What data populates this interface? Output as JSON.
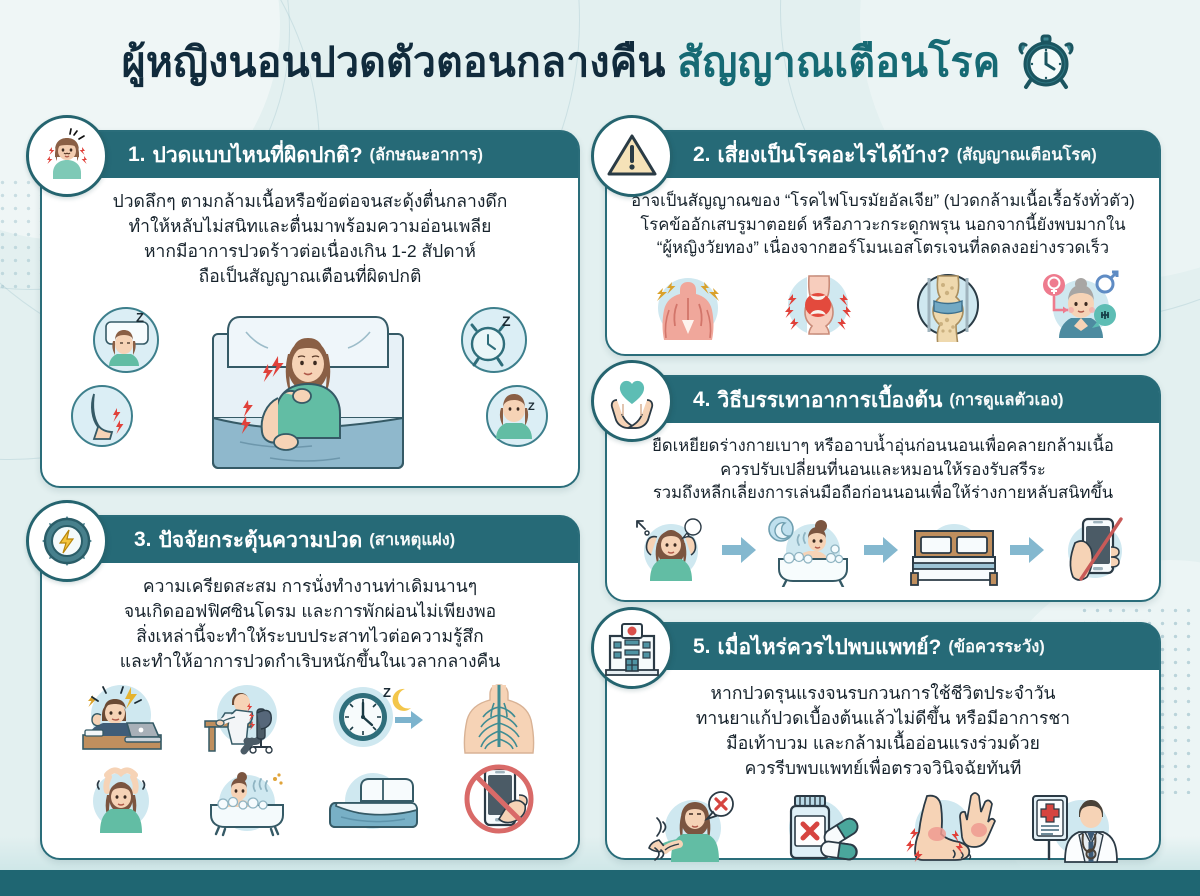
{
  "page": {
    "title_dark": "ผู้หญิงนอนปวดตัวตอนกลางคืน",
    "title_teal": "สัญญาณเตือนโรค",
    "title_icon": "alarm-clock-icon",
    "colors": {
      "background": "#e3f0f0",
      "header_teal": "#266a77",
      "border_teal": "#2a6d7a",
      "title_dark": "#112b3c",
      "title_teal": "#166a74",
      "accent_red": "#e0413a",
      "accent_mint": "#5bbdb4",
      "bottom_bar": "#1f6672"
    }
  },
  "cards": [
    {
      "id": "card1",
      "badge_icon": "woman-in-pain-icon",
      "number": "1.",
      "heading": "ปวดแบบไหนที่ผิดปกติ?",
      "subheading": "(ลักษณะอาการ)",
      "lines": [
        "ปวดลึกๆ ตามกล้ามเนื้อหรือข้อต่อจนสะดุ้งตื่นกลางดึก",
        "ทำให้หลับไม่สนิทและตื่นมาพร้อมความอ่อนเพลีย",
        "หากมีอาการปวดร้าวต่อเนื่องเกิน 1-2 สัปดาห์",
        "ถือเป็นสัญญาณเตือนที่ผิดปกติ"
      ],
      "illustration": "woman-lying-in-bed-with-pain-illustration",
      "satellites": [
        "sleeping-face-pillow-icon",
        "alarm-clock-zzz-icon",
        "leg-pain-icon",
        "tired-woman-zzz-icon"
      ]
    },
    {
      "id": "card2",
      "badge_icon": "warning-triangle-icon",
      "number": "2.",
      "heading": "เสี่ยงเป็นโรคอะไรได้บ้าง?",
      "subheading": "(สัญญาณเตือนโรค)",
      "lines": [
        "อาจเป็นสัญญาณของ “โรคไฟโบรมัยอัลเจีย” (ปวดกล้ามเนื้อเรื้อรังทั่วตัว)",
        "โรคข้ออักเสบรูมาตอยด์ หรือภาวะกระดูกพรุน นอกจากนี้ยังพบมากใน",
        "“ผู้หญิงวัยทอง” เนื่องจากฮอร์โมนเอสโตรเจนที่ลดลงอย่างรวดเร็ว"
      ],
      "icons": [
        "back-muscle-pain-icon",
        "inflamed-joint-icon",
        "osteoporosis-bone-icon",
        "menopausal-woman-hormone-icon"
      ]
    },
    {
      "id": "card3",
      "badge_icon": "gear-lightning-icon",
      "number": "3.",
      "heading": "ปัจจัยกระตุ้นความปวด",
      "subheading": "(สาเหตุแฝง)",
      "lines": [
        "ความเครียดสะสม การนั่งทำงานท่าเดิมนานๆ",
        "จนเกิดออฟฟิศซินโดรม และการพักผ่อนไม่เพียงพอ",
        "สิ่งเหล่านี้จะทำให้ระบบประสาทไวต่อความรู้สึก",
        "และทำให้อาการปวดกำเริบหนักขึ้นในเวลากลางคืน"
      ],
      "icons": [
        "stressed-worker-laptop-icon",
        "bad-posture-desk-icon",
        "clock-night-moon-icon",
        "nervous-system-spine-icon",
        "stretching-woman-icon",
        "warm-bath-icon",
        "bed-pillows-icon",
        "no-phone-icon"
      ]
    },
    {
      "id": "card4",
      "badge_icon": "hands-holding-heart-icon",
      "number": "4.",
      "heading": "วิธีบรรเทาอาการเบื้องต้น",
      "subheading": "(การดูแลตัวเอง)",
      "lines": [
        "ยืดเหยียดร่างกายเบาๆ หรืออาบน้ำอุ่นก่อนนอนเพื่อคลายกล้ามเนื้อ",
        "ควรปรับเปลี่ยนที่นอนและหมอนให้รองรับสรีระ",
        "รวมถึงหลีกเลี่ยงการเล่นมือถือก่อนนอนเพื่อให้ร่างกายหลับสนิทขึ้น"
      ],
      "icons": [
        "stretching-head-icon",
        "woman-in-bathtub-icon",
        "double-bed-icon",
        "hand-holding-phone-crossed-icon"
      ],
      "flow_arrow": "arrow-right-icon"
    },
    {
      "id": "card5",
      "badge_icon": "hospital-building-icon",
      "number": "5.",
      "heading": "เมื่อไหร่ควรไปพบแพทย์?",
      "subheading": "(ข้อควรระวัง)",
      "lines": [
        "หากปวดรุนแรงจนรบกวนการใช้ชีวิตประจำวัน",
        "ทานยาแก้ปวดเบื้องต้นแล้วไม่ดีขึ้น หรือมีอาการชา",
        "มือเท้าบวม และกล้ามเนื้ออ่อนแรงร่วมด้วย",
        "ควรรีบพบแพทย์เพื่อตรวจวินิจฉัยทันที"
      ],
      "icons": [
        "numb-arm-woman-icon",
        "medicine-bottle-crossed-icon",
        "swollen-foot-hand-icon",
        "doctor-with-chart-icon"
      ]
    }
  ]
}
